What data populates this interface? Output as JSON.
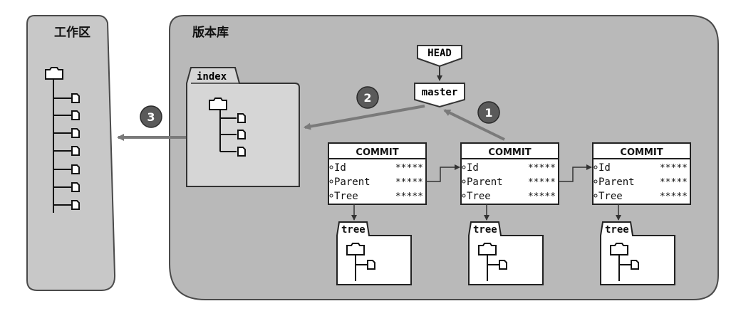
{
  "workspace": {
    "title": "工作区"
  },
  "repo": {
    "title": "版本库"
  },
  "index": {
    "label": "index"
  },
  "head": {
    "label": "HEAD"
  },
  "master": {
    "label": "master"
  },
  "steps": [
    "1",
    "2",
    "3"
  ],
  "commit": {
    "header": "COMMIT",
    "fields": [
      {
        "name": "Id",
        "value": "*****"
      },
      {
        "name": "Parent",
        "value": "*****"
      },
      {
        "name": "Tree",
        "value": "*****"
      }
    ]
  },
  "tree": {
    "label": "tree"
  },
  "colors": {
    "repo_bg": "#b9b9b9",
    "workspace_bg": "#c8c8c8",
    "index_bg": "#d6d6d6",
    "arrow": "#7a7a7a",
    "step_circle": "#5a5a5a"
  },
  "icons": {
    "folder": "folder-icon",
    "file": "file-icon"
  }
}
